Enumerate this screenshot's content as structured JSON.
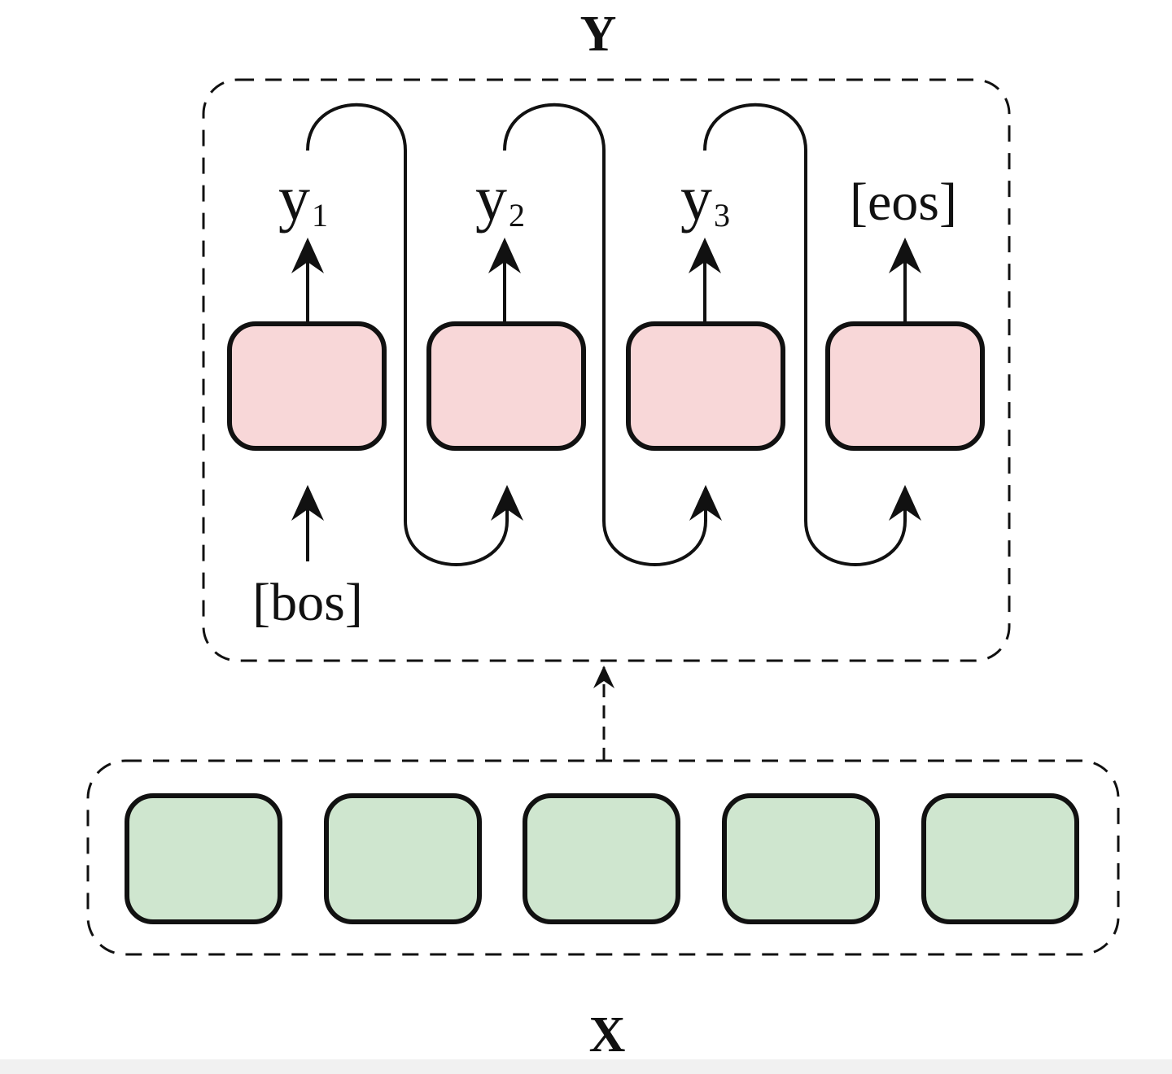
{
  "diagram": {
    "output_label": "Y",
    "input_label": "X",
    "start_token": "[bos]",
    "end_token": "[eos]",
    "outputs": [
      {
        "base": "y",
        "sub": "1"
      },
      {
        "base": "y",
        "sub": "2"
      },
      {
        "base": "y",
        "sub": "3"
      }
    ],
    "colors": {
      "decoder_fill": "#f8d7d8",
      "encoder_fill": "#cfe6cf",
      "stroke": "#111111"
    }
  }
}
